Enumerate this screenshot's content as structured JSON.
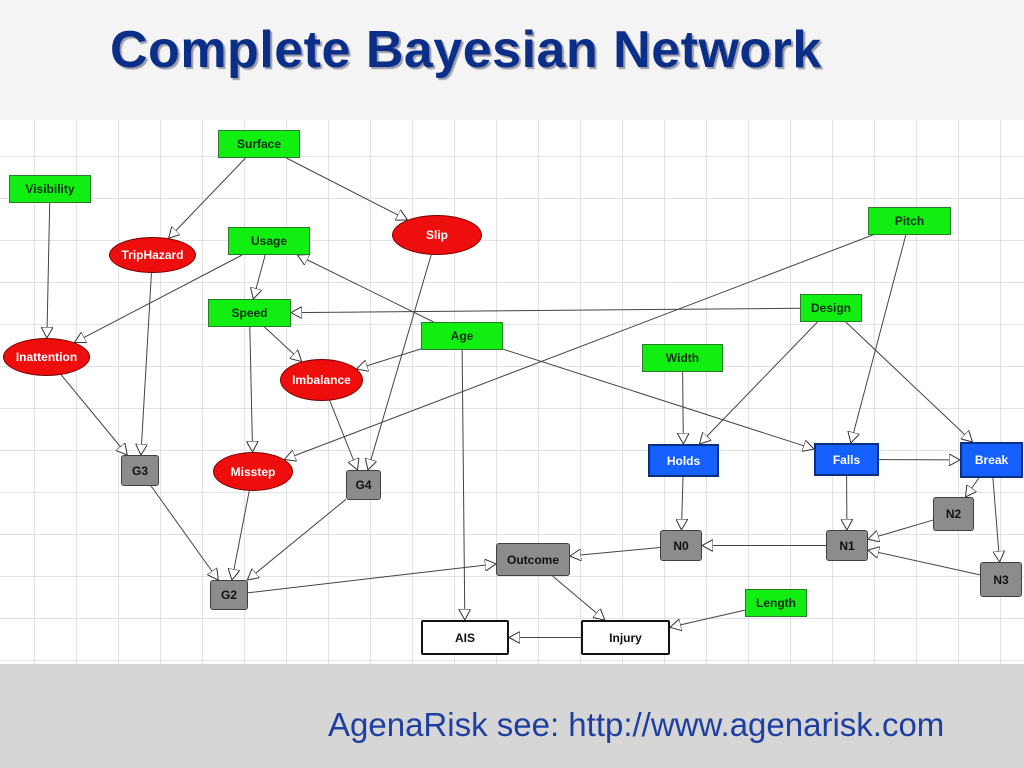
{
  "title": "Complete Bayesian Network",
  "footer": "AgenaRisk see: http://www.agenarisk.com",
  "colors": {
    "observable_node": "#11ee11",
    "risk_node": "#ee0e0e",
    "key_node": "#1560ff",
    "intermediate_node": "#8c8c8c",
    "output_node": "#ffffff",
    "title": "#0b2f88",
    "footer_text": "#1f3fa0"
  },
  "nodes": [
    {
      "id": "surface",
      "label": "Surface",
      "kind": "green"
    },
    {
      "id": "visibility",
      "label": "Visibility",
      "kind": "green"
    },
    {
      "id": "usage",
      "label": "Usage",
      "kind": "green"
    },
    {
      "id": "speed",
      "label": "Speed",
      "kind": "green"
    },
    {
      "id": "age",
      "label": "Age",
      "kind": "green"
    },
    {
      "id": "design",
      "label": "Design",
      "kind": "green"
    },
    {
      "id": "pitch",
      "label": "Pitch",
      "kind": "green"
    },
    {
      "id": "width",
      "label": "Width",
      "kind": "green"
    },
    {
      "id": "length",
      "label": "Length",
      "kind": "green"
    },
    {
      "id": "triphazard",
      "label": "TripHazard",
      "kind": "red"
    },
    {
      "id": "slip",
      "label": "Slip",
      "kind": "red"
    },
    {
      "id": "inattention",
      "label": "Inattention",
      "kind": "red"
    },
    {
      "id": "imbalance",
      "label": "Imbalance",
      "kind": "red"
    },
    {
      "id": "misstep",
      "label": "Misstep",
      "kind": "red"
    },
    {
      "id": "holds",
      "label": "Holds",
      "kind": "blue"
    },
    {
      "id": "falls",
      "label": "Falls",
      "kind": "blue"
    },
    {
      "id": "break",
      "label": "Break",
      "kind": "blue"
    },
    {
      "id": "g3",
      "label": "G3",
      "kind": "gray"
    },
    {
      "id": "g4",
      "label": "G4",
      "kind": "gray"
    },
    {
      "id": "g2",
      "label": "G2",
      "kind": "gray"
    },
    {
      "id": "outcome",
      "label": "Outcome",
      "kind": "gray"
    },
    {
      "id": "n0",
      "label": "N0",
      "kind": "gray"
    },
    {
      "id": "n1",
      "label": "N1",
      "kind": "gray"
    },
    {
      "id": "n2",
      "label": "N2",
      "kind": "gray"
    },
    {
      "id": "n3",
      "label": "N3",
      "kind": "gray"
    },
    {
      "id": "ais",
      "label": "AIS",
      "kind": "white"
    },
    {
      "id": "injury",
      "label": "Injury",
      "kind": "white"
    }
  ],
  "edges": [
    [
      "surface",
      "triphazard"
    ],
    [
      "surface",
      "slip"
    ],
    [
      "visibility",
      "inattention"
    ],
    [
      "usage",
      "inattention"
    ],
    [
      "usage",
      "speed"
    ],
    [
      "age",
      "usage"
    ],
    [
      "age",
      "imbalance"
    ],
    [
      "age",
      "falls"
    ],
    [
      "age",
      "ais"
    ],
    [
      "speed",
      "imbalance"
    ],
    [
      "speed",
      "misstep"
    ],
    [
      "design",
      "speed"
    ],
    [
      "design",
      "holds"
    ],
    [
      "design",
      "break"
    ],
    [
      "pitch",
      "misstep"
    ],
    [
      "pitch",
      "falls"
    ],
    [
      "triphazard",
      "g3"
    ],
    [
      "inattention",
      "g3"
    ],
    [
      "imbalance",
      "g4"
    ],
    [
      "slip",
      "g4"
    ],
    [
      "g3",
      "g2"
    ],
    [
      "misstep",
      "g2"
    ],
    [
      "g4",
      "g2"
    ],
    [
      "g2",
      "outcome"
    ],
    [
      "width",
      "holds"
    ],
    [
      "holds",
      "n0"
    ],
    [
      "n1",
      "n0"
    ],
    [
      "n0",
      "outcome"
    ],
    [
      "falls",
      "break"
    ],
    [
      "falls",
      "n1"
    ],
    [
      "break",
      "n2"
    ],
    [
      "break",
      "n3"
    ],
    [
      "n2",
      "n1"
    ],
    [
      "n3",
      "n1"
    ],
    [
      "outcome",
      "injury"
    ],
    [
      "length",
      "injury"
    ],
    [
      "injury",
      "ais"
    ]
  ]
}
